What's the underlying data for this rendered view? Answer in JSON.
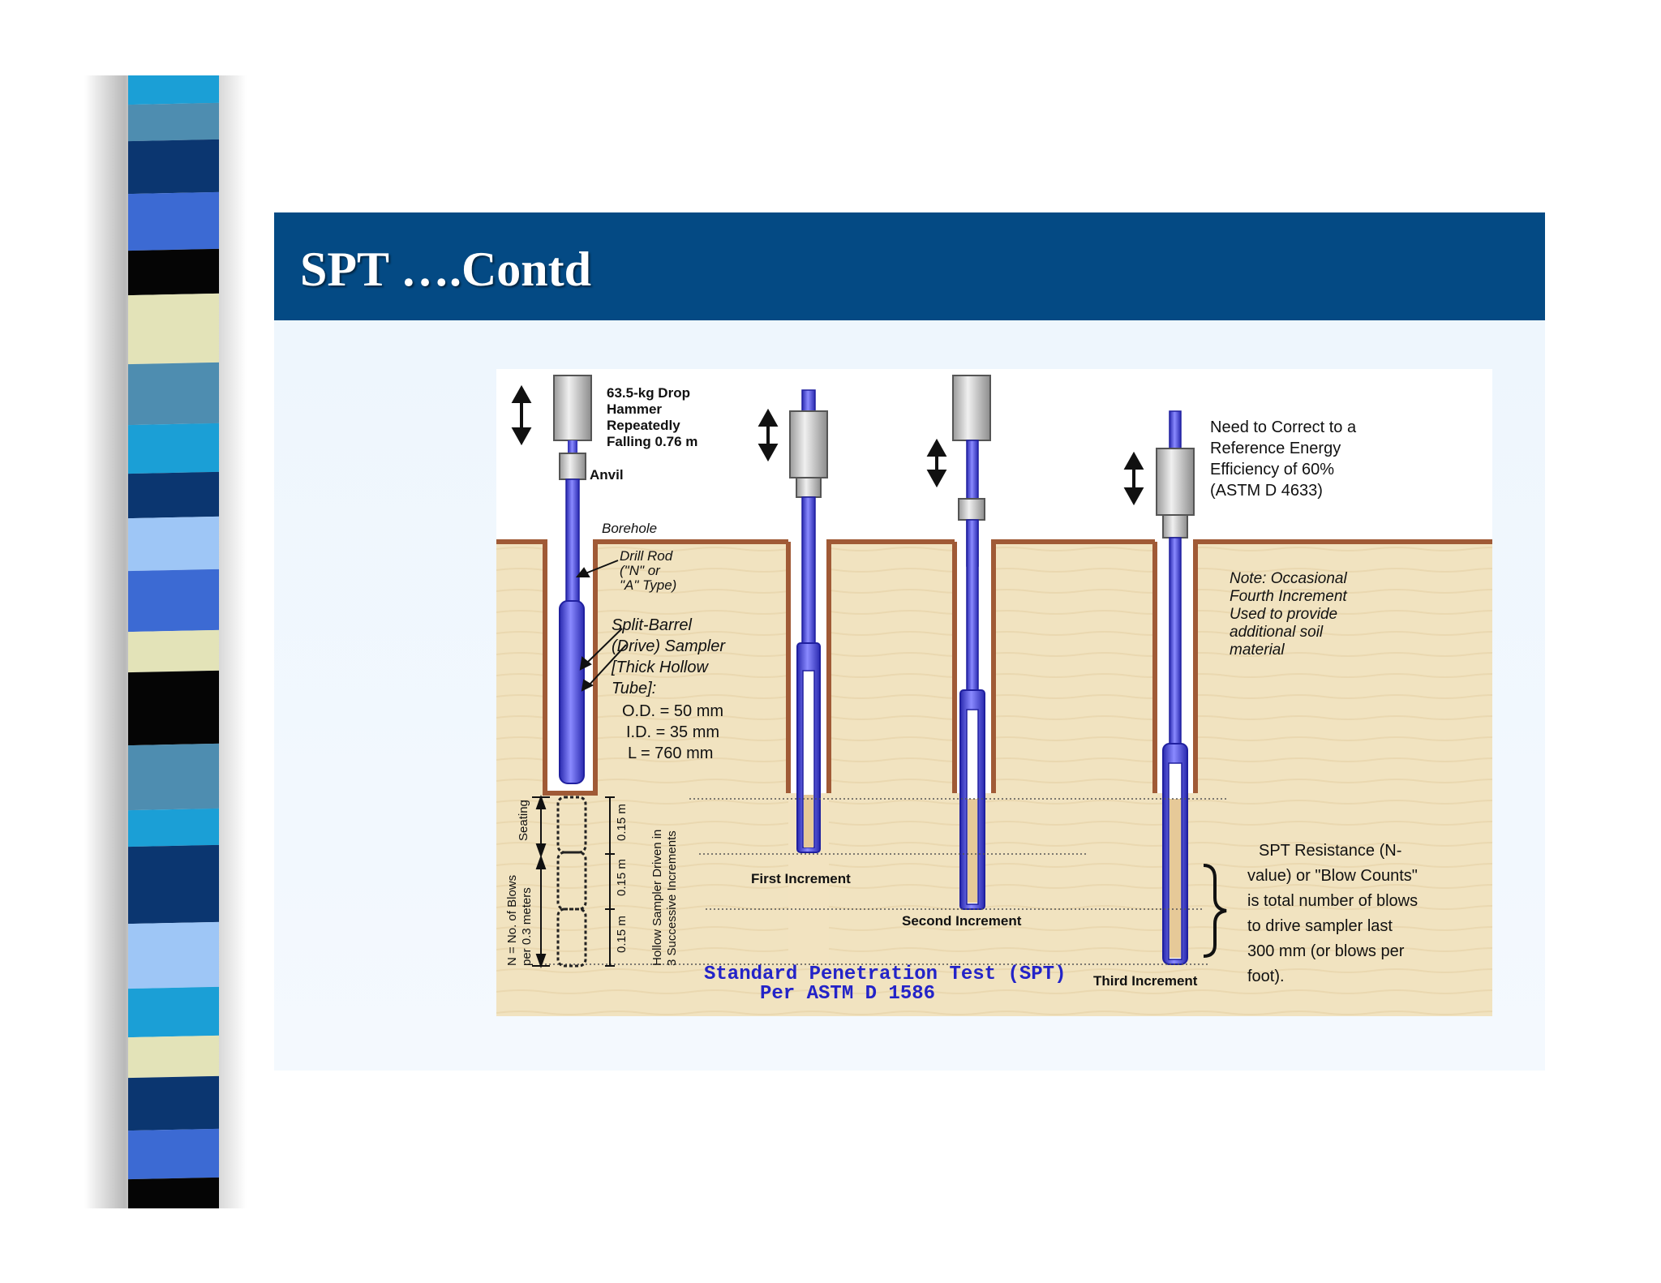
{
  "slide": {
    "title": "SPT ….Contd"
  },
  "colors": {
    "title_band": "#044a84",
    "panel": "#eef6fd",
    "soil": "#f2e3c0",
    "soil_edge": "#a05a36",
    "rod": "#4848d8",
    "hammer": "#cfcfcf",
    "caption": "#2323c8"
  },
  "diagram": {
    "hammer_label": [
      "63.5-kg Drop",
      "Hammer",
      "Repeatedly",
      "Falling 0.76 m"
    ],
    "anvil": "Anvil",
    "borehole": "Borehole",
    "drill_rod": [
      "Drill Rod",
      "(\"N\" or",
      "\"A\" Type)"
    ],
    "sampler": [
      "Split-Barrel",
      "(Drive) Sampler",
      "[Thick Hollow",
      "Tube]:"
    ],
    "od": "O.D. = 50 mm",
    "id": "I.D. = 35 mm",
    "length": "L =  760 mm",
    "correct_note": [
      "Need to Correct to a",
      "Reference Energy",
      "Efficiency of 60%",
      "(ASTM D 4633)"
    ],
    "fourth_note": [
      "Note: Occasional",
      "Fourth Increment",
      "Used to provide",
      "additional soil",
      "material"
    ],
    "seating": "Seating",
    "n_blows": [
      "N = No. of Blows",
      "per 0.3 meters"
    ],
    "increment_label": "0.15 m",
    "hollow_sampler": [
      "Hollow Sampler Driven in",
      "3 Successive Increments"
    ],
    "first_increment": "First Increment",
    "second_increment": "Second Increment",
    "third_increment": "Third Increment",
    "caption": [
      "Standard Penetration Test (SPT)",
      "Per ASTM D 1586"
    ],
    "resistance": [
      "SPT Resistance (N-",
      "value) or \"Blow Counts\"",
      "is total number of blows",
      "to drive sampler last",
      "300 mm (or blows per",
      "foot)."
    ]
  }
}
